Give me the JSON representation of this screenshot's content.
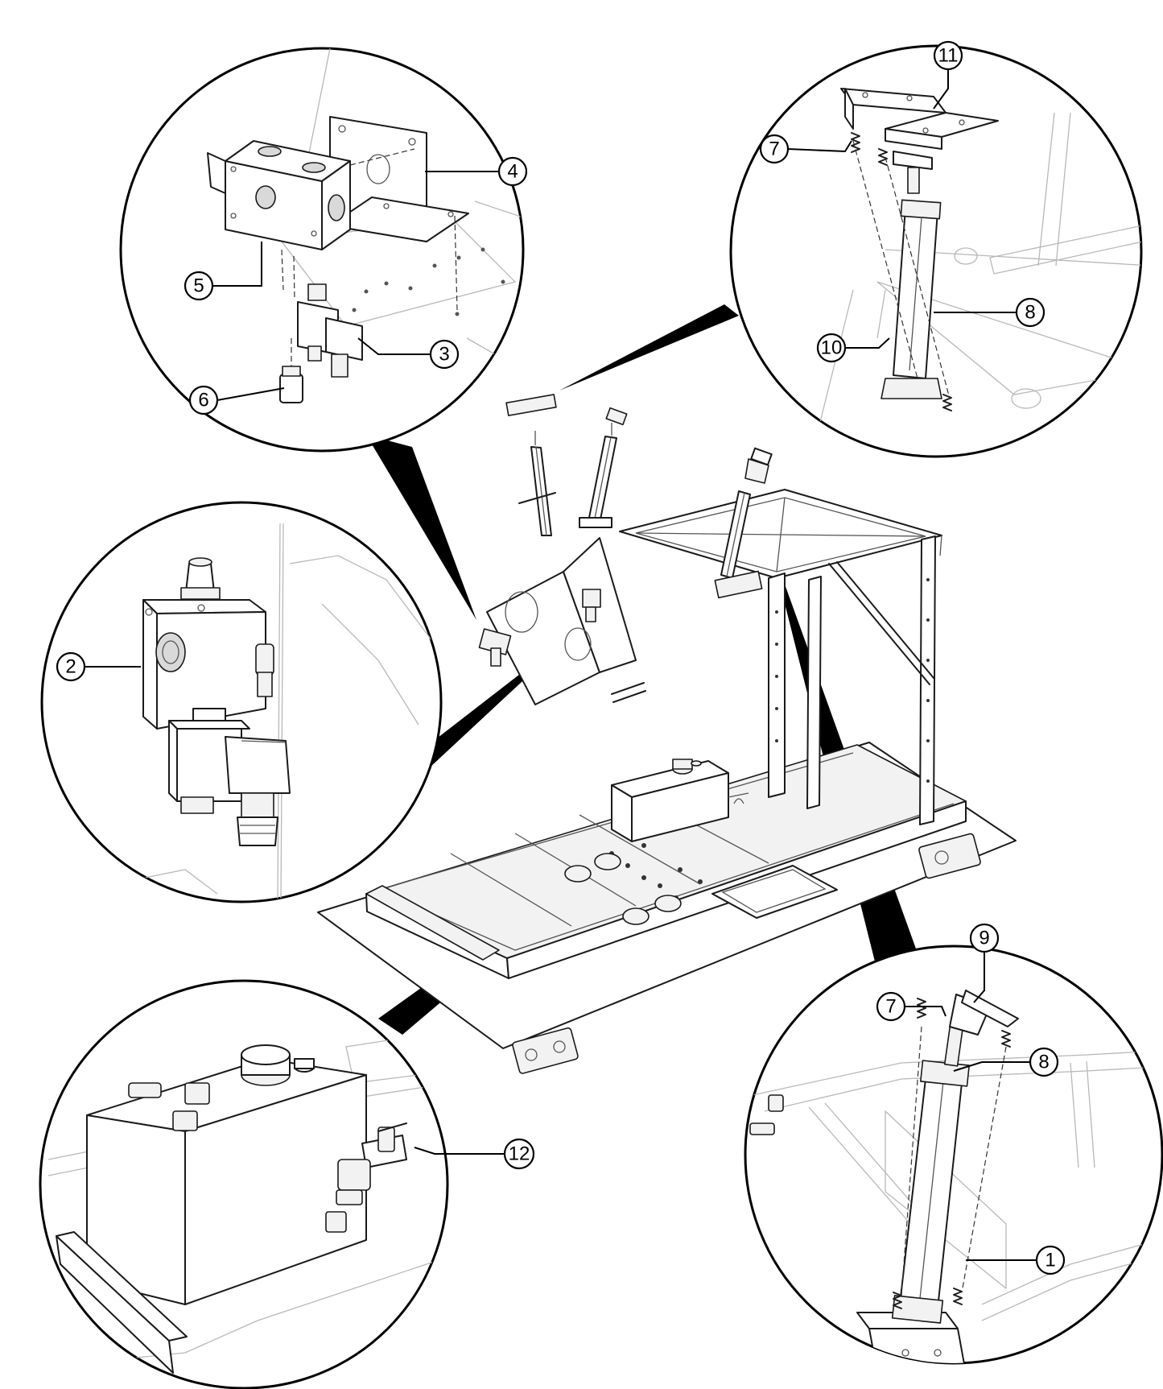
{
  "callouts": [
    {
      "label": "1"
    },
    {
      "label": "2"
    },
    {
      "label": "3"
    },
    {
      "label": "4"
    },
    {
      "label": "5"
    },
    {
      "label": "6"
    },
    {
      "label": "7"
    },
    {
      "label": "7"
    },
    {
      "label": "8"
    },
    {
      "label": "8"
    },
    {
      "label": "9"
    },
    {
      "label": "10"
    },
    {
      "label": "11"
    },
    {
      "label": "12"
    }
  ]
}
